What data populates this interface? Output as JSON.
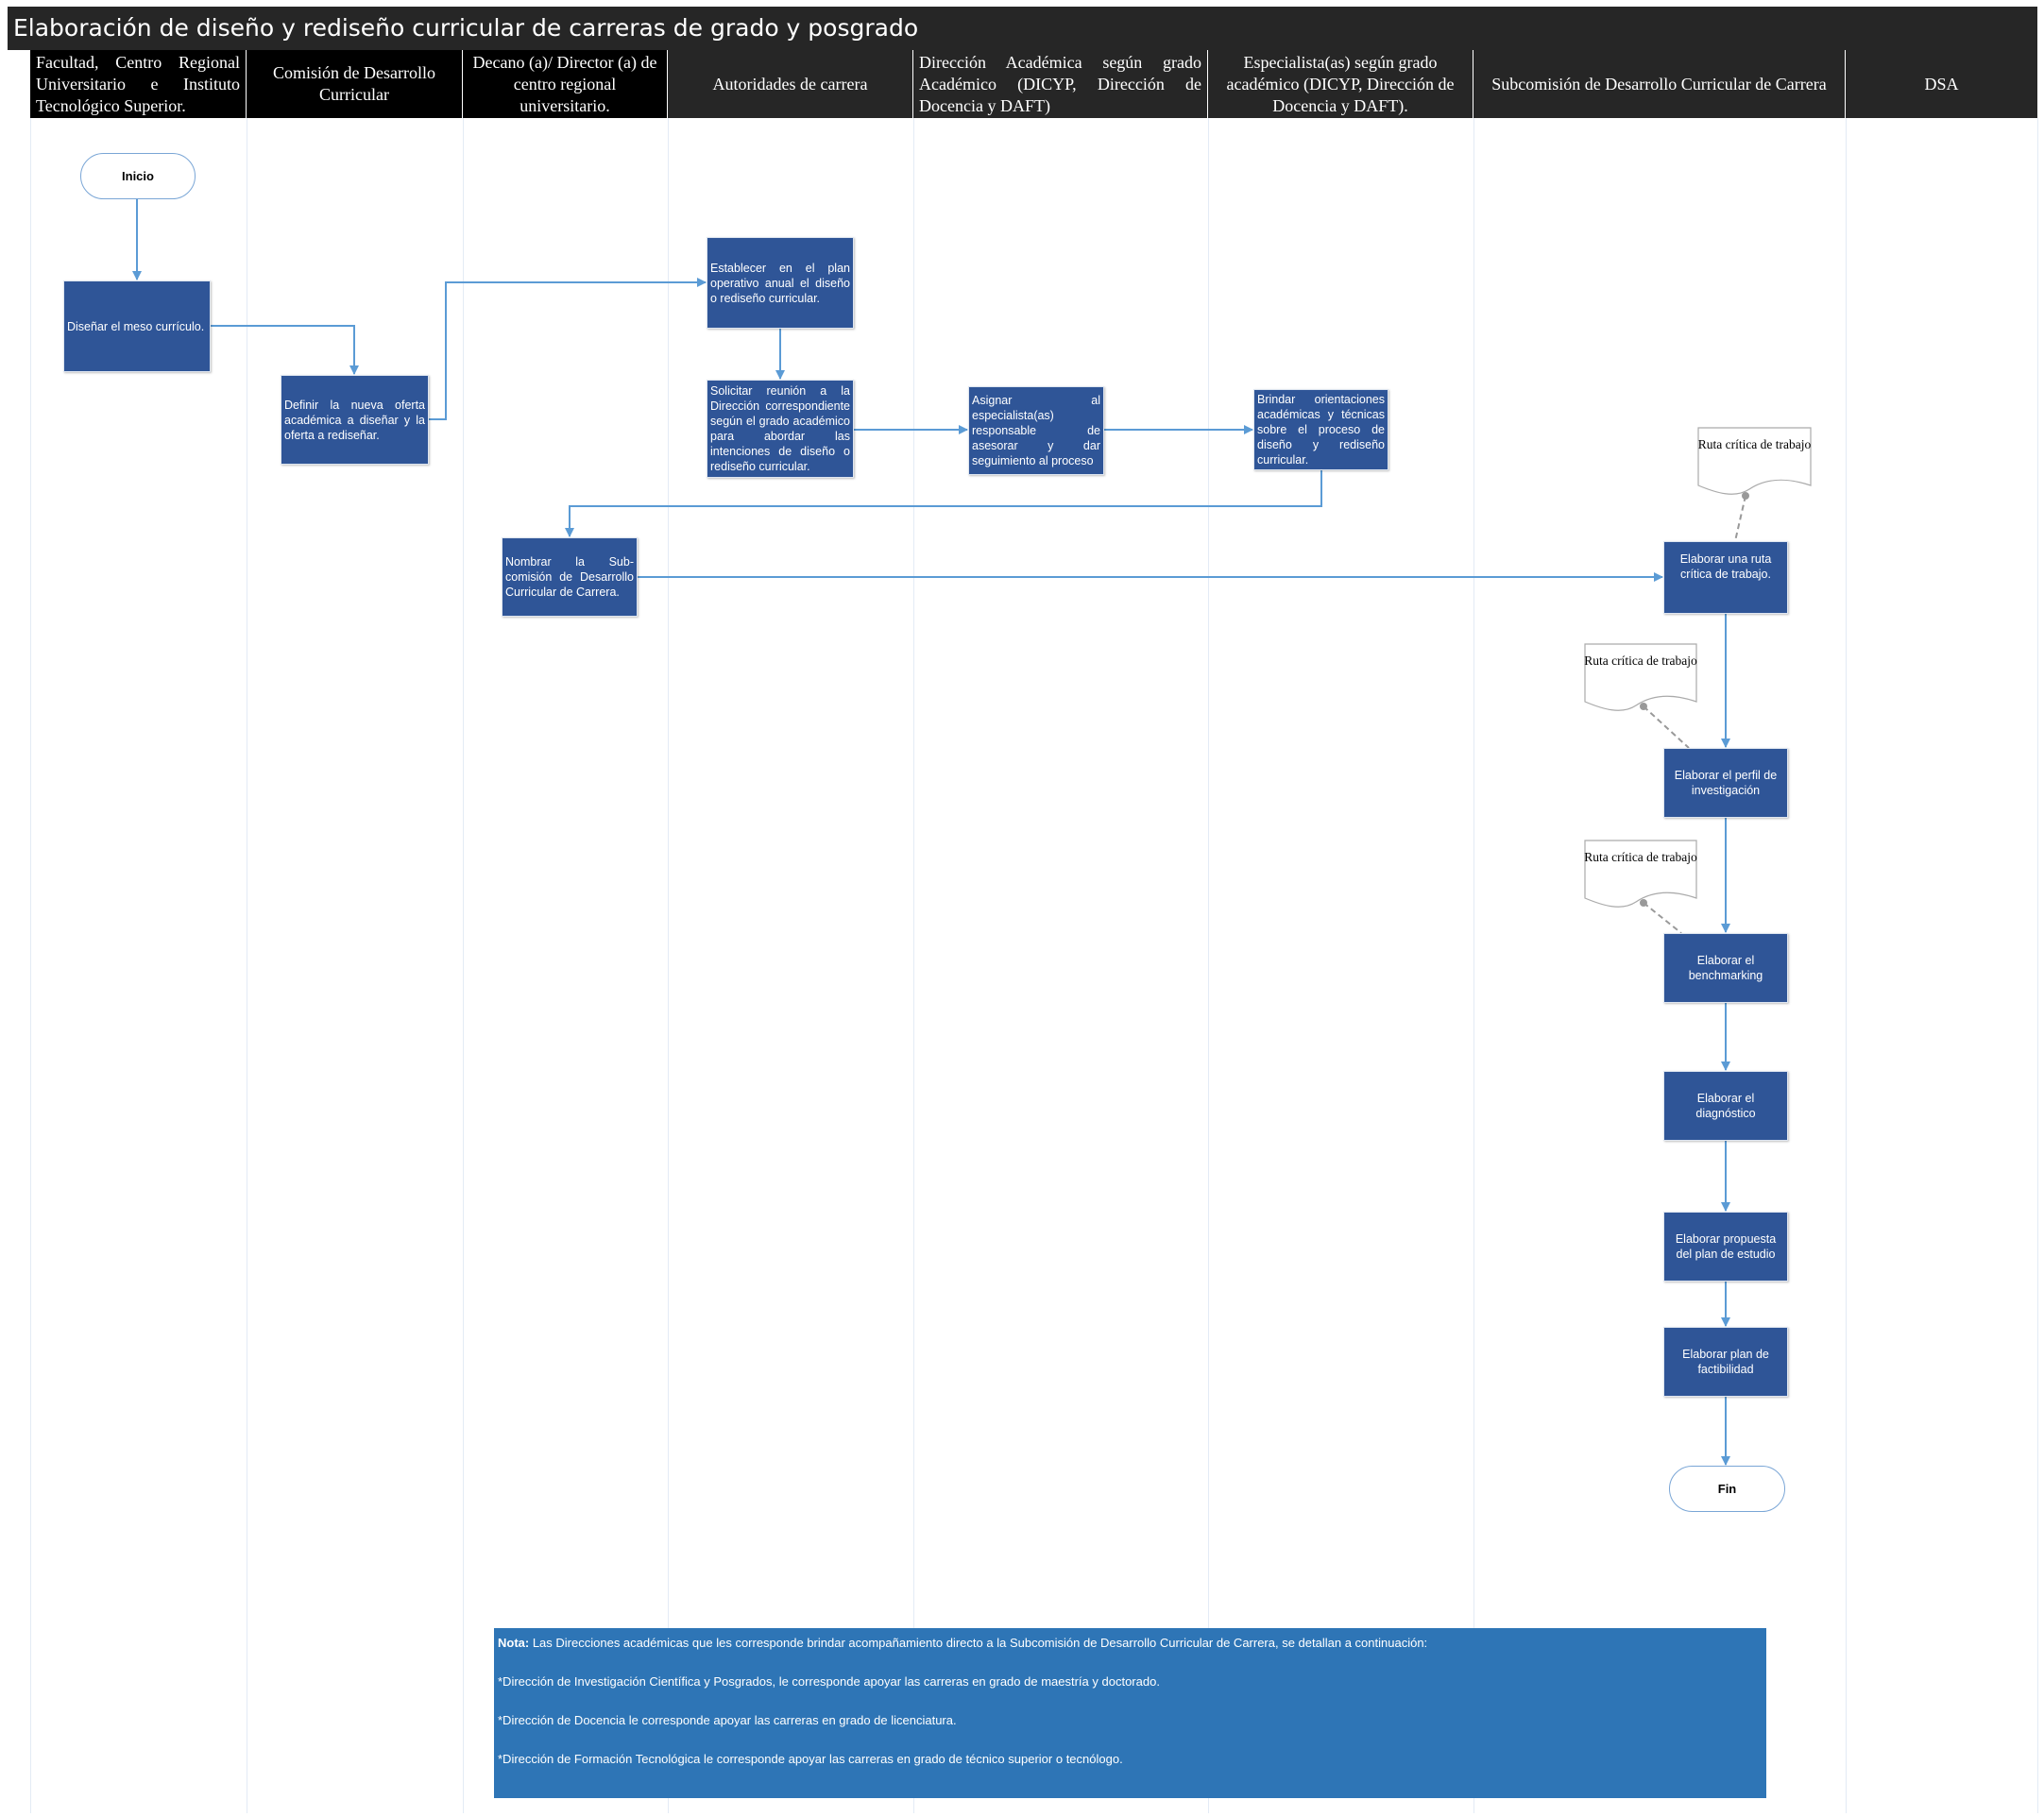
{
  "title": "Elaboración de diseño y rediseño curricular de carreras de grado y posgrado",
  "lanes": [
    "Facultad, Centro Regional Universitario e Instituto Tecnológico Superior.",
    "Comisión de Desarrollo Curricular",
    "Decano (a)/ Director (a) de centro regional universitario.",
    "Autoridades de carrera",
    "Dirección Académica según grado Académico (DICYP, Dirección de Docencia y DAFT)",
    "Especialista(as) según grado académico (DICYP, Dirección de Docencia y DAFT).",
    "Subcomisión de Desarrollo Curricular de Carrera",
    "DSA"
  ],
  "start": "Inicio",
  "end": "Fin",
  "steps": [
    "Diseñar el meso currículo.",
    "Definir la nueva oferta académica a diseñar y la oferta a rediseñar.",
    "Establecer en el plan operativo anual el diseño o rediseño curricular.",
    "Solicitar reunión a la Dirección correspondiente según el grado académico para abordar las intenciones de diseño o rediseño curricular.",
    "Asignar al especialista(as) responsable de asesorar y dar seguimiento al proceso",
    "Brindar orientaciones académicas y técnicas sobre el proceso de diseño y rediseño curricular.",
    "Nombrar la Sub-comisión de Desarrollo Curricular de Carrera.",
    "Elaborar una ruta crítica de trabajo.",
    "Elaborar el perfil de investigación",
    "Elaborar el benchmarking",
    "Elaborar el diagnóstico",
    "Elaborar propuesta del plan de estudio",
    "Elaborar plan de factibilidad"
  ],
  "documents": [
    "Ruta crítica de trabajo",
    "Ruta crítica de trabajo",
    "Ruta crítica de trabajo"
  ],
  "note": {
    "label": "Nota:",
    "intro": " Las Direcciones académicas que les corresponde brindar acompañamiento directo a la Subcomisión de Desarrollo Curricular de Carrera, se detallan a continuación:",
    "items": [
      "*Dirección de Investigación Científica y Posgrados, le corresponde apoyar las carreras en grado de maestría y doctorado.",
      "*Dirección de Docencia le corresponde apoyar las carreras en grado de licenciatura.",
      "*Dirección de Formación Tecnológica le corresponde apoyar las carreras en grado de técnico superior o tecnólogo."
    ]
  },
  "colors": {
    "process": "#2F5597",
    "arrow": "#5B9BD5",
    "header": "#262626",
    "note": "#2E75B6"
  }
}
